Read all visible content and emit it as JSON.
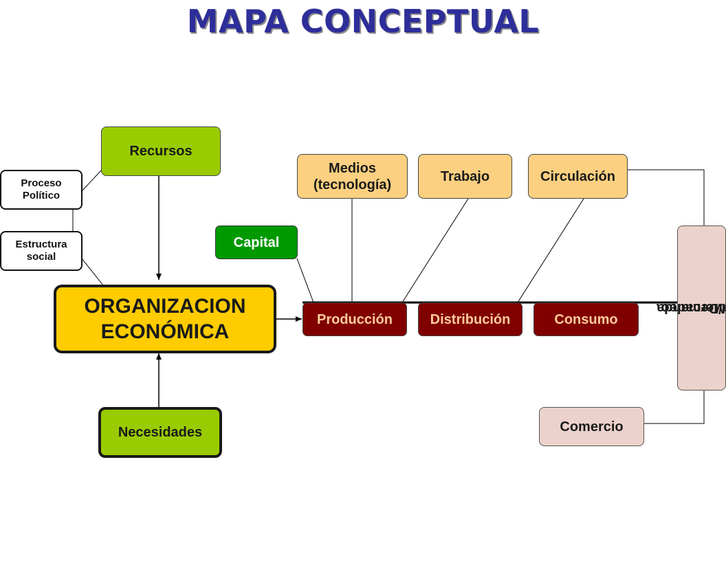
{
  "title": "MAPA CONCEPTUAL",
  "nodes": {
    "recursos": "Recursos",
    "proceso_politico": [
      "Proceso",
      "Político"
    ],
    "estructura_social": [
      "Estructura",
      "social"
    ],
    "organizacion": [
      "ORGANIZACION",
      "ECONÓMICA"
    ],
    "necesidades": "Necesidades",
    "capital": "Capital",
    "medios": [
      "Medios",
      "(tecnología)"
    ],
    "trabajo": "Trabajo",
    "circulacion": "Circulación",
    "produccion": "Producción",
    "distribucion": "Distribución",
    "consumo": "Consumo",
    "mercadeo": [
      "Mercadeo",
      "Oferta/Demanda"
    ],
    "comercio": "Comercio"
  },
  "colors": {
    "title": "#2e2e9a",
    "light_green": "#99cc00",
    "dark_green": "#009900",
    "orange": "#fcd080",
    "dark_red": "#800000",
    "red_text": "#ffcc99",
    "pink": "#ecd2cc",
    "yellow": "#ffcc00"
  }
}
